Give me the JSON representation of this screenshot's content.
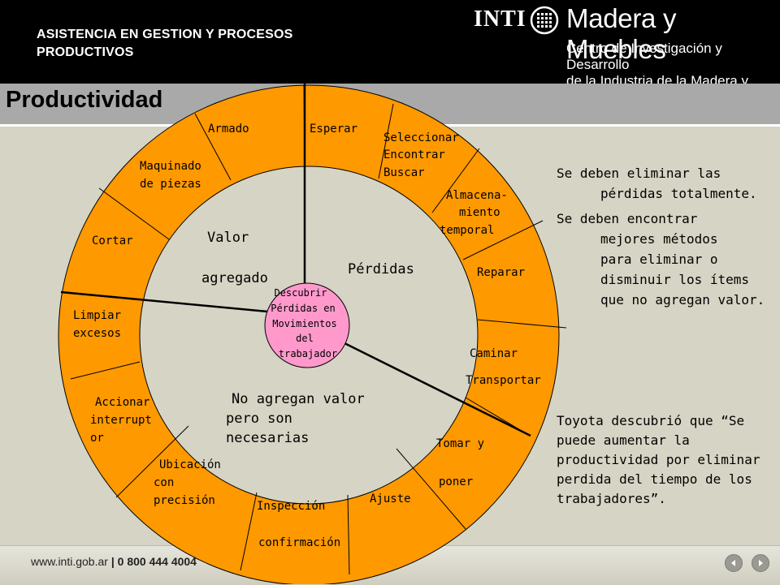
{
  "header": {
    "course_title_line1": "ASISTENCIA EN GESTION Y PROCESOS",
    "course_title_line2": "PRODUCTIVOS",
    "logo_word": "INTI",
    "logo_division": "Madera y Muebles",
    "logo_sub_line1": "Centro de Investigación y Desarrollo",
    "logo_sub_line2": "de la Industria de la Madera y Afines"
  },
  "page_title": "Productividad",
  "diagram": {
    "outer_segments": {
      "armado": "Armado",
      "esperar": "Esperar",
      "seleccionar": [
        "Seleccionar",
        "Encontrar",
        "Buscar"
      ],
      "maquinado": [
        "Maquinado",
        "de piezas"
      ],
      "almacenamiento": [
        "Almacena-",
        "miento",
        "temporal"
      ],
      "cortar": "Cortar",
      "reparar": "Reparar",
      "limpiar": [
        "Limpiar",
        "excesos"
      ],
      "caminar": "Caminar",
      "transportar": "Transportar",
      "accionar": [
        "Accionar",
        "interrupt",
        "or"
      ],
      "tomar": [
        "Tomar y",
        "poner"
      ],
      "ubicacion": [
        "Ubicación",
        "con",
        "precisión"
      ],
      "ajuste": "Ajuste",
      "inspeccion": [
        "Inspección",
        "confirmación"
      ]
    },
    "inner_regions": {
      "valor": [
        "Valor",
        "agregado"
      ],
      "perdidas": "Pérdidas",
      "no_agregan": [
        "No agregan valor",
        "pero son",
        "necesarias"
      ]
    },
    "center": [
      "Descubrir",
      "Pérdidas en",
      "Movimientos",
      "del",
      "trabajador"
    ],
    "colors": {
      "ring": "#ff9900",
      "inner": "#d6d4c4",
      "center": "#ff99cc",
      "lines": "#000000"
    }
  },
  "notes": {
    "bullet1": [
      "Se deben eliminar las",
      "pérdidas totalmente."
    ],
    "bullet2": [
      "Se deben encontrar",
      "mejores métodos",
      "para eliminar o",
      "disminuir los ítems",
      "que no agregan valor."
    ],
    "toyota": "Toyota descubrió que “Se puede aumentar la productividad por eliminar perdida del tiempo de los trabajadores”."
  },
  "footer": {
    "url": "www.inti.gob.ar",
    "separator": " | ",
    "phone": "0 800 444 4004",
    "prev_icon": "arrow-left-icon",
    "next_icon": "arrow-right-icon"
  }
}
